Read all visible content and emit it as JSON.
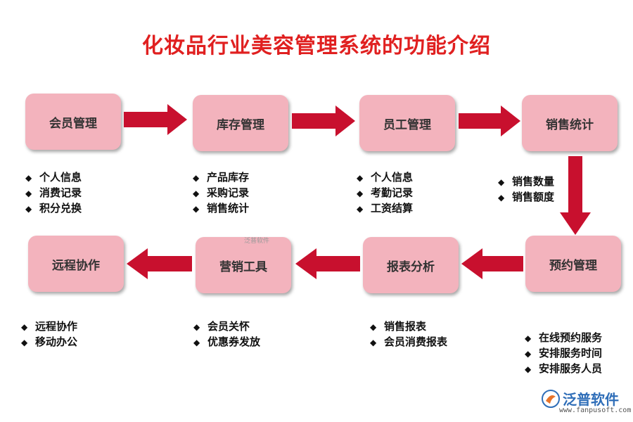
{
  "title": "化妆品行业美容管理系统的功能介绍",
  "nodes": {
    "member": {
      "label": "会员管理",
      "items": [
        "个人信息",
        "消费记录",
        "积分兑换"
      ]
    },
    "inventory": {
      "label": "库存管理",
      "items": [
        "产品库存",
        "采购记录",
        "销售统计"
      ]
    },
    "staff": {
      "label": "员工管理",
      "items": [
        "个人信息",
        "考勤记录",
        "工资结算"
      ]
    },
    "sales": {
      "label": "销售统计",
      "items": [
        "销售数量",
        "销售额度"
      ]
    },
    "booking": {
      "label": "预约管理",
      "items": [
        "在线预约服务",
        "安排服务时间",
        "安排服务人员"
      ]
    },
    "report": {
      "label": "报表分析",
      "items": [
        "销售报表",
        "会员消费报表"
      ]
    },
    "marketing": {
      "label": "营销工具",
      "items": [
        "会员关怀",
        "优惠券发放"
      ]
    },
    "remote": {
      "label": "远程协作",
      "items": [
        "远程协作",
        "移动办公"
      ]
    }
  },
  "bullet_glyph": "◆",
  "watermark": {
    "small": "泛普软件",
    "logo_name": "泛普软件",
    "logo_url": "www.fanpusoft.com"
  },
  "colors": {
    "title": "#e02020",
    "box": "#f3b3bd",
    "arrow": "#c8102e",
    "logo": "#2f6eb8"
  }
}
